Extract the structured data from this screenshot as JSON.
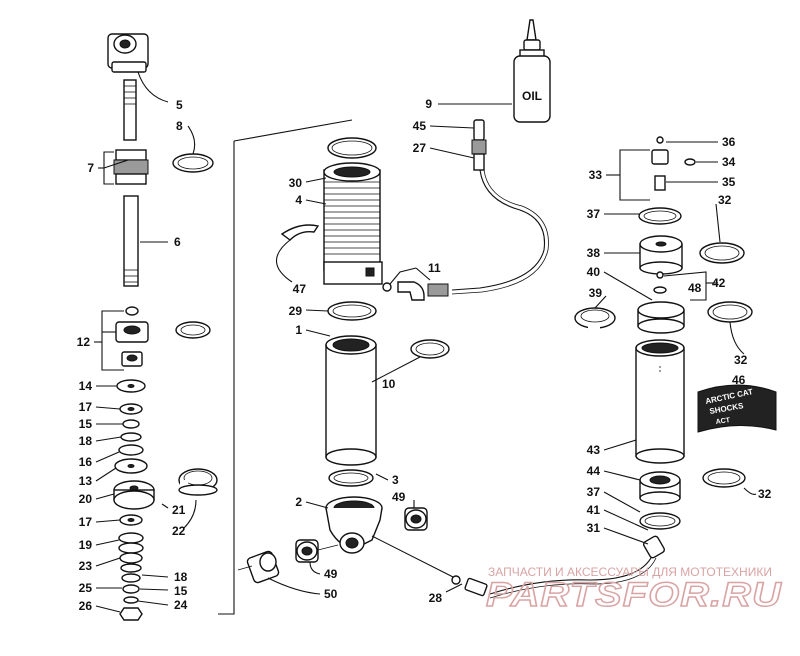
{
  "labels": {
    "p1": "1",
    "p2": "2",
    "p3": "3",
    "p4": "4",
    "p5": "5",
    "p6": "6",
    "p7": "7",
    "p8": "8",
    "p9": "9",
    "p10": "10",
    "p11": "11",
    "p12": "12",
    "p13": "13",
    "p14": "14",
    "p15a": "15",
    "p15b": "15",
    "p16": "16",
    "p17a": "17",
    "p17b": "17",
    "p18a": "18",
    "p18b": "18",
    "p19": "19",
    "p20": "20",
    "p21": "21",
    "p22": "22",
    "p23": "23",
    "p24": "24",
    "p25": "25",
    "p26": "26",
    "p27": "27",
    "p28": "28",
    "p29": "29",
    "p30": "30",
    "p31": "31",
    "p32a": "32",
    "p32b": "32",
    "p32c": "32",
    "p33": "33",
    "p34": "34",
    "p35": "35",
    "p36": "36",
    "p37a": "37",
    "p37b": "37",
    "p38": "38",
    "p39": "39",
    "p40": "40",
    "p41": "41",
    "p42": "42",
    "p43": "43",
    "p44": "44",
    "p45": "45",
    "p46": "46",
    "p47": "47",
    "p48": "48",
    "p49a": "49",
    "p49b": "49",
    "p50": "50"
  },
  "oil_bottle_text": "OIL",
  "decal_text": {
    "line1": "ARCTIC CAT",
    "line2": "SHOCKS",
    "line3": "ACT"
  },
  "watermark": {
    "caption": "ЗАПЧАСТИ И АКСЕССУАРЫ ДЛЯ МОТОТЕХНИКИ",
    "brand": "PARTSFOR.RU"
  },
  "colors": {
    "ink": "#111111",
    "watermark": "#d9a3a3",
    "background": "#ffffff"
  }
}
